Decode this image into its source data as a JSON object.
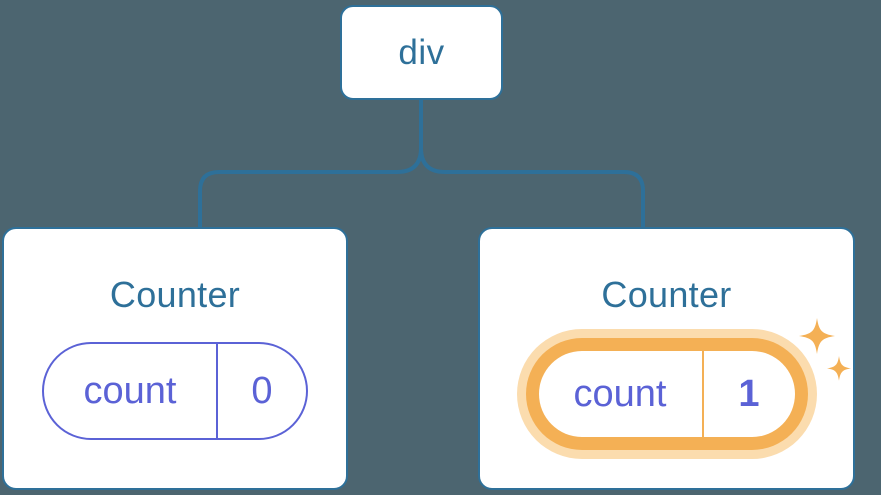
{
  "diagram": {
    "type": "component-tree",
    "background_color": "#4c6570",
    "accent_blue": "#2e7099",
    "accent_purple": "#5b62d6",
    "accent_orange": "#f4b055",
    "halo_orange": "#fbdcae"
  },
  "root": {
    "label": "div"
  },
  "components": [
    {
      "title": "Counter",
      "state_key": "count",
      "state_value": "0",
      "highlighted": false
    },
    {
      "title": "Counter",
      "state_key": "count",
      "state_value": "1",
      "highlighted": true
    }
  ],
  "icons": {
    "sparkle_large": "sparkle-icon",
    "sparkle_small": "sparkle-icon"
  }
}
